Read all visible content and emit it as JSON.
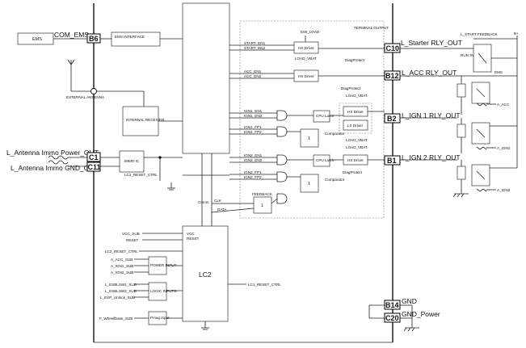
{
  "ems": {
    "block_label": "EMS",
    "signal_label": "COM_EMS",
    "pin": "B6",
    "interface_label": "EMS INTERFACE"
  },
  "antenna": {
    "external_label": "EXTERNAL ANTENNA",
    "receiver_label": "INTERNAL RECEIVER",
    "power_out": "L_Antenna Immo Power_OUT",
    "gnd_out": "L_Antenna Immo GND_OUT",
    "pin_power": "C1",
    "pin_gnd": "C11",
    "immo_label": "IMMO IC"
  },
  "terminal_block_label": "TERMINAL OUTPUT",
  "drivers": {
    "start_inputs": [
      "START_EN1",
      "START_EN2"
    ],
    "acc_inputs": [
      "ACC_EN1",
      "ACC_EN2"
    ],
    "ign1_inputs": [
      "IGN1_EN1",
      "IGN1_EN2"
    ],
    "ign1_fb": [
      "IGN1_FP1",
      "IGN1_FP2"
    ],
    "ign2_inputs": [
      "IGN2_EN1",
      "IGN2_EN2"
    ],
    "ign2_fb": [
      "IGN2_FP1",
      "IGN2_FP2"
    ],
    "hs_driver": "HS Driver",
    "ls_driver": "LS Driver",
    "emi_load": "EMI_LOAD",
    "load_vbat": "LOAD_VBAT",
    "diag": "DiagProtect",
    "comparator": "Comparator",
    "cpu_label": "CPU Latch",
    "gate_label": "1",
    "feedback_label": "FEEDBACK"
  },
  "outputs": [
    {
      "pin": "C10",
      "label": "L_Starter RLY_OUT"
    },
    {
      "pin": "B12",
      "label": "L_ACC RLY_OUT"
    },
    {
      "pin": "B2",
      "label": "L_IGN 1 RLY_OUT"
    },
    {
      "pin": "B1",
      "label": "L_IGN 2 RLY_OUT"
    }
  ],
  "relays": {
    "start_feedback": "L_START FEEDBACK",
    "run_sw": "RUN SW",
    "bplus": "B+",
    "ems_label": "EMS",
    "loads": [
      "A_ACC",
      "A_IGN1",
      "A_IGN2"
    ]
  },
  "lc2": {
    "label": "LC2",
    "vcc_label": "VCC_SUB",
    "reset_label": "RESET",
    "vcc_pin": "VCC",
    "reset_pin": "RESET",
    "lc2_reset_ctrl": "LC2_RESET_CTRL",
    "lc1_reset_ctrl": "LC1_RESET_CTRL",
    "inputs": [
      "A_ACC_SUB",
      "A_IGN1_SUB",
      "A_IGN2_SUB"
    ],
    "power_input": "POWER INPUT",
    "sw_inputs": [
      "L_ESBLSW1_SUB",
      "L_ESBLSW2_SUB",
      "L_ESP_Unlock_SUB"
    ],
    "logic_input": "LOGIC INPUTS",
    "prm_input": "F_Wheellbase_SUB",
    "prm_box": "Pmag Input",
    "clk_label": "CLK",
    "data_label": "DATA",
    "comm_label": "Comm"
  },
  "ground": {
    "gnd_label": "GND",
    "gnd_power_label": "GND_Power",
    "pin_gnd": "B14",
    "pin_gnd_power": "C20"
  }
}
